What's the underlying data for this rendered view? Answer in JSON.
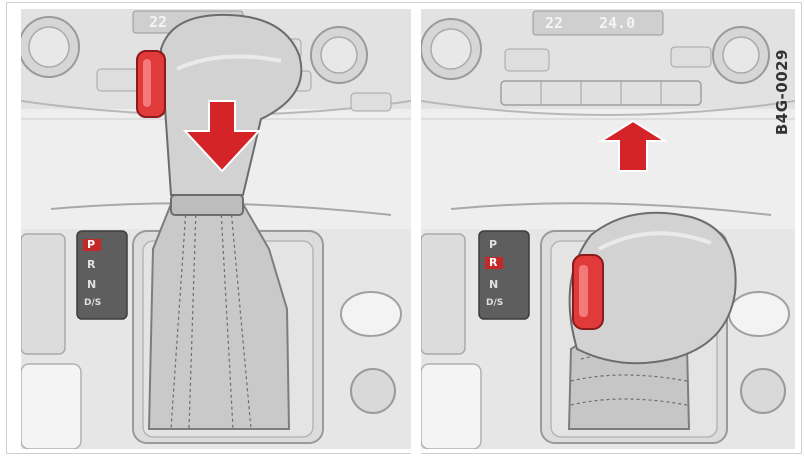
{
  "figure": {
    "code": "B4G-0029",
    "arrow_color": "#d42428",
    "accent_red": "#e03a3a"
  },
  "left_panel": {
    "climate_display": "22",
    "gear_indicator": {
      "letters": [
        "P",
        "R",
        "N",
        "D/S"
      ],
      "active": "P"
    }
  },
  "right_panel": {
    "climate_display_left": "22",
    "climate_display_right": "24.0",
    "gear_indicator": {
      "letters": [
        "P",
        "R",
        "N",
        "D/S"
      ],
      "active": "R"
    }
  }
}
